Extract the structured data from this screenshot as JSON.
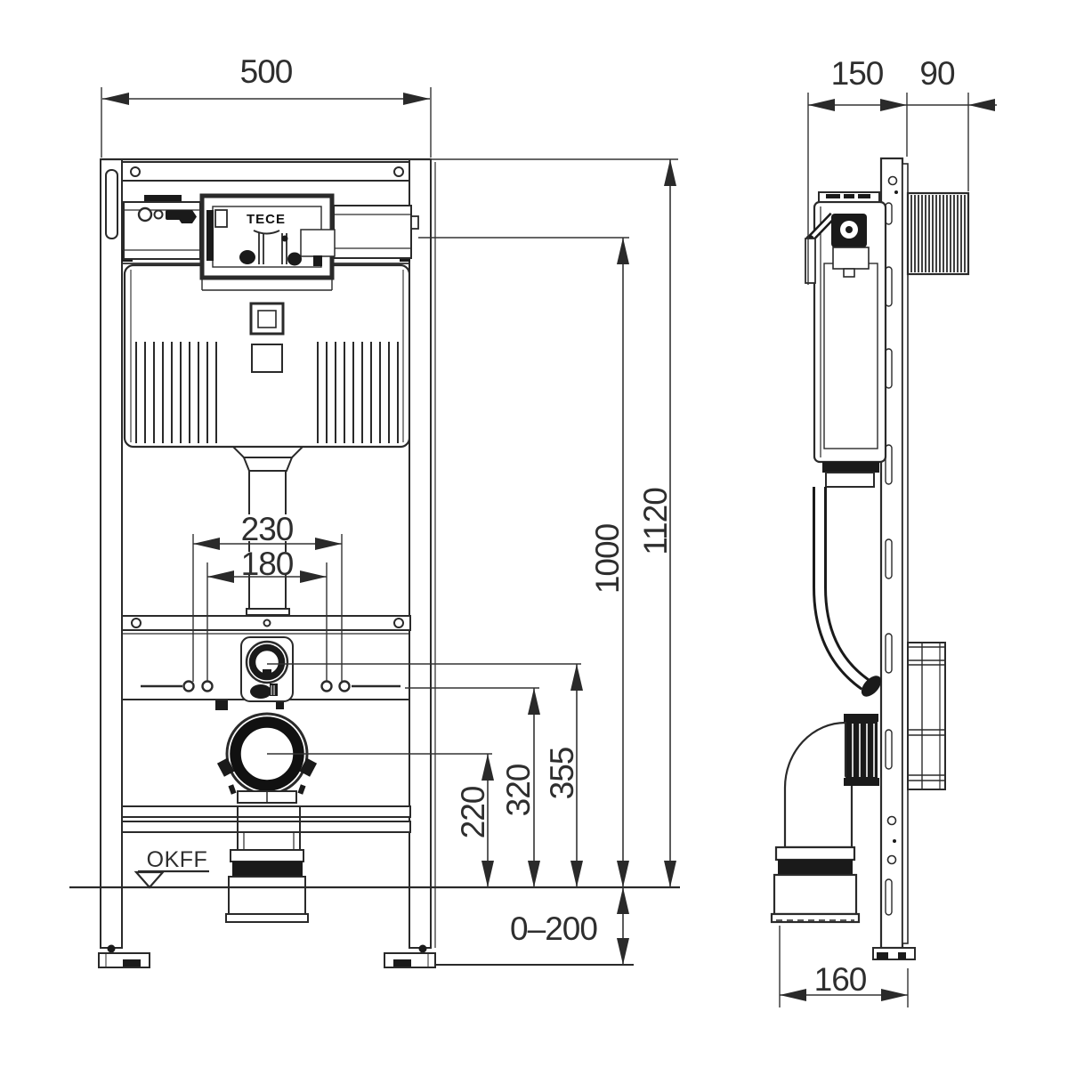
{
  "drawing": {
    "brand": "TECE",
    "front_view": {
      "floor_label": "OKFF",
      "dim_width": "500",
      "dim_total_height": "1120",
      "dim_supply_height": "1000",
      "dim_fixing_outer": "230",
      "dim_fixing_inner": "180",
      "dim_flush_pipe_center": "355",
      "dim_fixing_height": "320",
      "dim_waste_center": "220",
      "dim_foot_adjust": "0–200"
    },
    "side_view": {
      "dim_frame_depth": "150",
      "dim_protection_box_depth": "90",
      "dim_waste_outlet_offset": "160"
    }
  }
}
